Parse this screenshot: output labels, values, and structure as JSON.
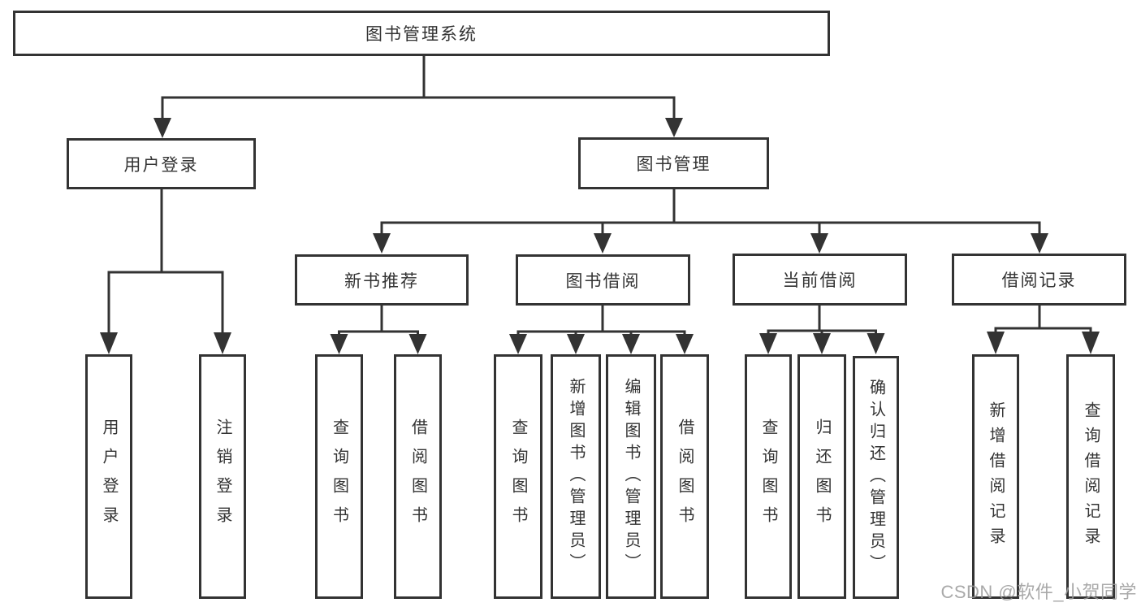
{
  "diagram": {
    "watermark": "CSDN @软件_小贺同学",
    "colors": {
      "line": "#333333",
      "box_border": "#333333",
      "text": "#333333",
      "watermark": "#9b9b9b",
      "background": "#ffffff"
    },
    "nodes": {
      "root": {
        "label": "图书管理系统"
      },
      "user_login": {
        "label": "用户登录"
      },
      "book_management": {
        "label": "图书管理"
      },
      "new_book_recommend": {
        "label": "新书推荐"
      },
      "book_borrowing": {
        "label": "图书借阅"
      },
      "current_borrowing": {
        "label": "当前借阅"
      },
      "borrowing_records": {
        "label": "借阅记录"
      },
      "leaf_user_login": {
        "label": "用户登录"
      },
      "leaf_logout": {
        "label": "注销登录"
      },
      "leaf_query_books_recommend": {
        "label": "查询图书"
      },
      "leaf_borrow_books_recommend": {
        "label": "借阅图书"
      },
      "leaf_query_books_borrowing": {
        "label": "查询图书"
      },
      "leaf_add_books_admin": {
        "label": "新增图书（管理员）"
      },
      "leaf_edit_books_admin": {
        "label": "编辑图书（管理员）"
      },
      "leaf_borrow_books_borrowing": {
        "label": "借阅图书"
      },
      "leaf_query_books_current": {
        "label": "查询图书"
      },
      "leaf_return_books": {
        "label": "归还图书"
      },
      "leaf_confirm_return_admin": {
        "label": "确认归还（管理员）"
      },
      "leaf_add_borrow_record": {
        "label": "新增借阅记录"
      },
      "leaf_query_borrow_record": {
        "label": "查询借阅记录"
      }
    },
    "edges": [
      "root->user_login",
      "root->book_management",
      "user_login->leaf_user_login",
      "user_login->leaf_logout",
      "book_management->new_book_recommend",
      "book_management->book_borrowing",
      "book_management->current_borrowing",
      "book_management->borrowing_records",
      "new_book_recommend->leaf_query_books_recommend",
      "new_book_recommend->leaf_borrow_books_recommend",
      "book_borrowing->leaf_query_books_borrowing",
      "book_borrowing->leaf_add_books_admin",
      "book_borrowing->leaf_edit_books_admin",
      "book_borrowing->leaf_borrow_books_borrowing",
      "current_borrowing->leaf_query_books_current",
      "current_borrowing->leaf_return_books",
      "current_borrowing->leaf_confirm_return_admin",
      "borrowing_records->leaf_add_borrow_record",
      "borrowing_records->leaf_query_borrow_record"
    ]
  }
}
